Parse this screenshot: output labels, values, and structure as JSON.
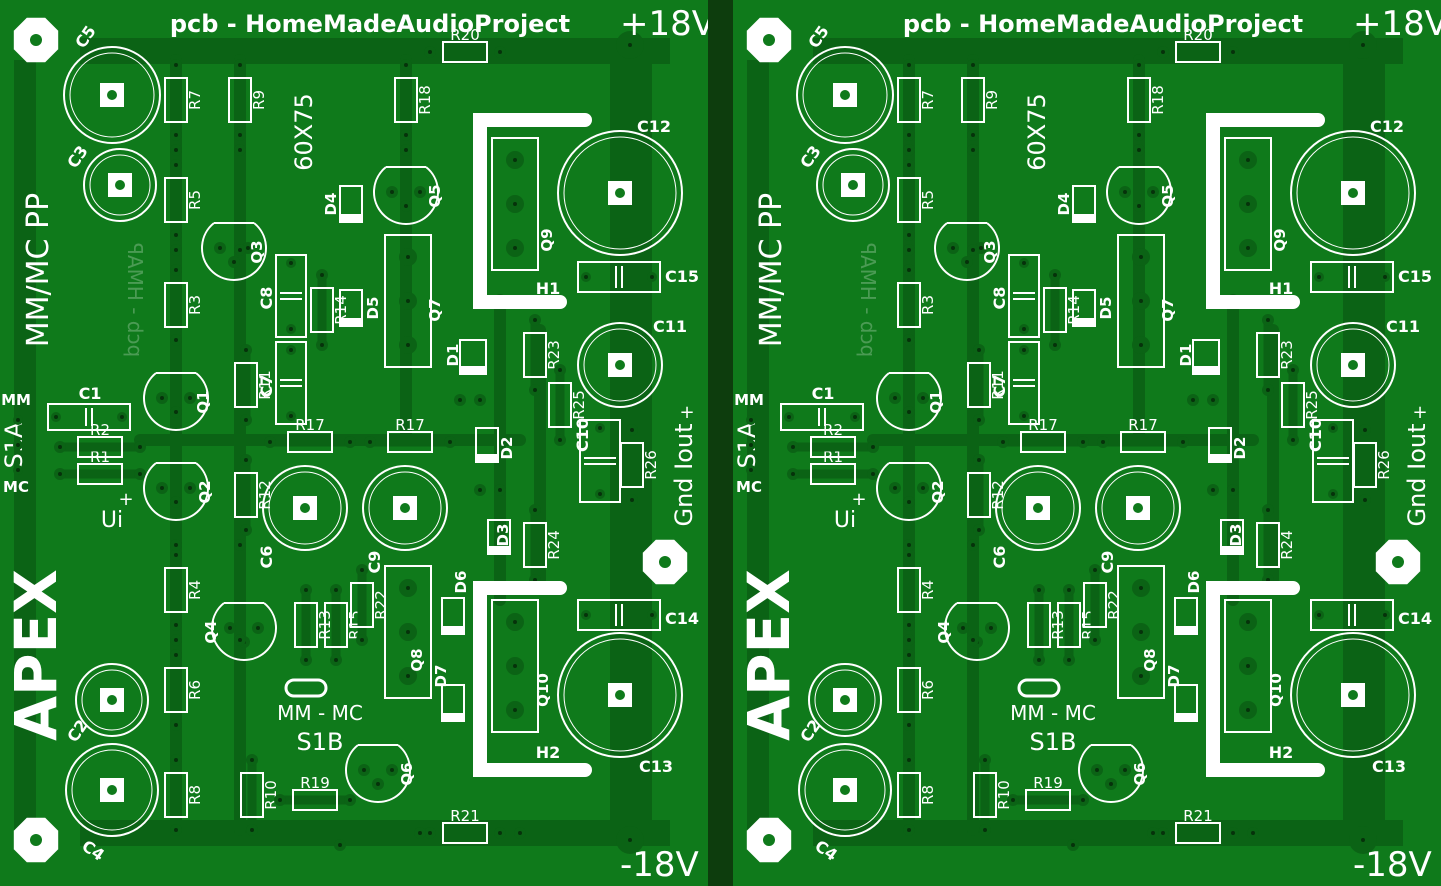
{
  "boards": [
    {
      "title": "pcb - HomeMadeAudioProject",
      "supply_pos": "+18V",
      "supply_neg": "-18V",
      "board_name": "MM/MC PP",
      "dimensions": "60X75",
      "mirrored_text": "pcb - HMAP",
      "brand": "APEX",
      "switch_label": "MM - MC",
      "switch_name": "S1B",
      "input_switch": "S1A",
      "mm": "MM",
      "mc": "MC",
      "ui_label": "Ui",
      "io_label": "Gnd Iout",
      "transistors": [
        "Q1",
        "Q2",
        "Q3",
        "Q4",
        "Q5",
        "Q6",
        "Q7",
        "Q8",
        "Q9",
        "Q10"
      ],
      "resistors": [
        "R1",
        "R2",
        "R3",
        "R4",
        "R5",
        "R6",
        "R7",
        "R8",
        "R9",
        "R10",
        "R11",
        "R12",
        "R13",
        "R14",
        "R15",
        "R17",
        "R17",
        "R18",
        "R19",
        "R20",
        "R21",
        "R22",
        "R23",
        "R24",
        "R25",
        "R26"
      ],
      "capacitors": [
        "C1",
        "C2",
        "C3",
        "C4",
        "C5",
        "C6",
        "C7",
        "C8",
        "C9",
        "C10",
        "C11",
        "C12",
        "C13",
        "C14",
        "C15"
      ],
      "diodes": [
        "D1",
        "D2",
        "D3",
        "D4",
        "D5",
        "D6",
        "D7"
      ],
      "heatsinks": [
        "H1",
        "H2"
      ]
    },
    {
      "title": "pcb - HomeMadeAudioProject",
      "supply_pos": "+18V",
      "supply_neg": "-18V",
      "board_name": "MM/MC PP",
      "dimensions": "60X75",
      "mirrored_text": "pcb - HMAP",
      "brand": "APEX",
      "switch_label": "MM - MC",
      "switch_name": "S1B",
      "input_switch": "S1A",
      "mm": "MM",
      "mc": "MC",
      "ui_label": "Ui",
      "io_label": "Gnd Iout",
      "transistors": [
        "Q1",
        "Q2",
        "Q3",
        "Q4",
        "Q5",
        "Q6",
        "Q7",
        "Q8",
        "Q9",
        "Q10"
      ],
      "resistors": [
        "R1",
        "R2",
        "R3",
        "R4",
        "R5",
        "R6",
        "R7",
        "R8",
        "R9",
        "R10",
        "R11",
        "R12",
        "R13",
        "R14",
        "R15",
        "R17",
        "R17",
        "R18",
        "R19",
        "R20",
        "R21",
        "R22",
        "R23",
        "R24",
        "R25",
        "R26"
      ],
      "capacitors": [
        "C1",
        "C2",
        "C3",
        "C4",
        "C5",
        "C6",
        "C7",
        "C8",
        "C9",
        "C10",
        "C11",
        "C12",
        "C13",
        "C14",
        "C15"
      ],
      "diodes": [
        "D1",
        "D2",
        "D3",
        "D4",
        "D5",
        "D6",
        "D7"
      ],
      "heatsinks": [
        "H1",
        "H2"
      ]
    }
  ],
  "colors": {
    "board": "#0f7a1b",
    "copper": "#0b6315",
    "silk": "#ffffff",
    "background": "#0d3d0d"
  }
}
